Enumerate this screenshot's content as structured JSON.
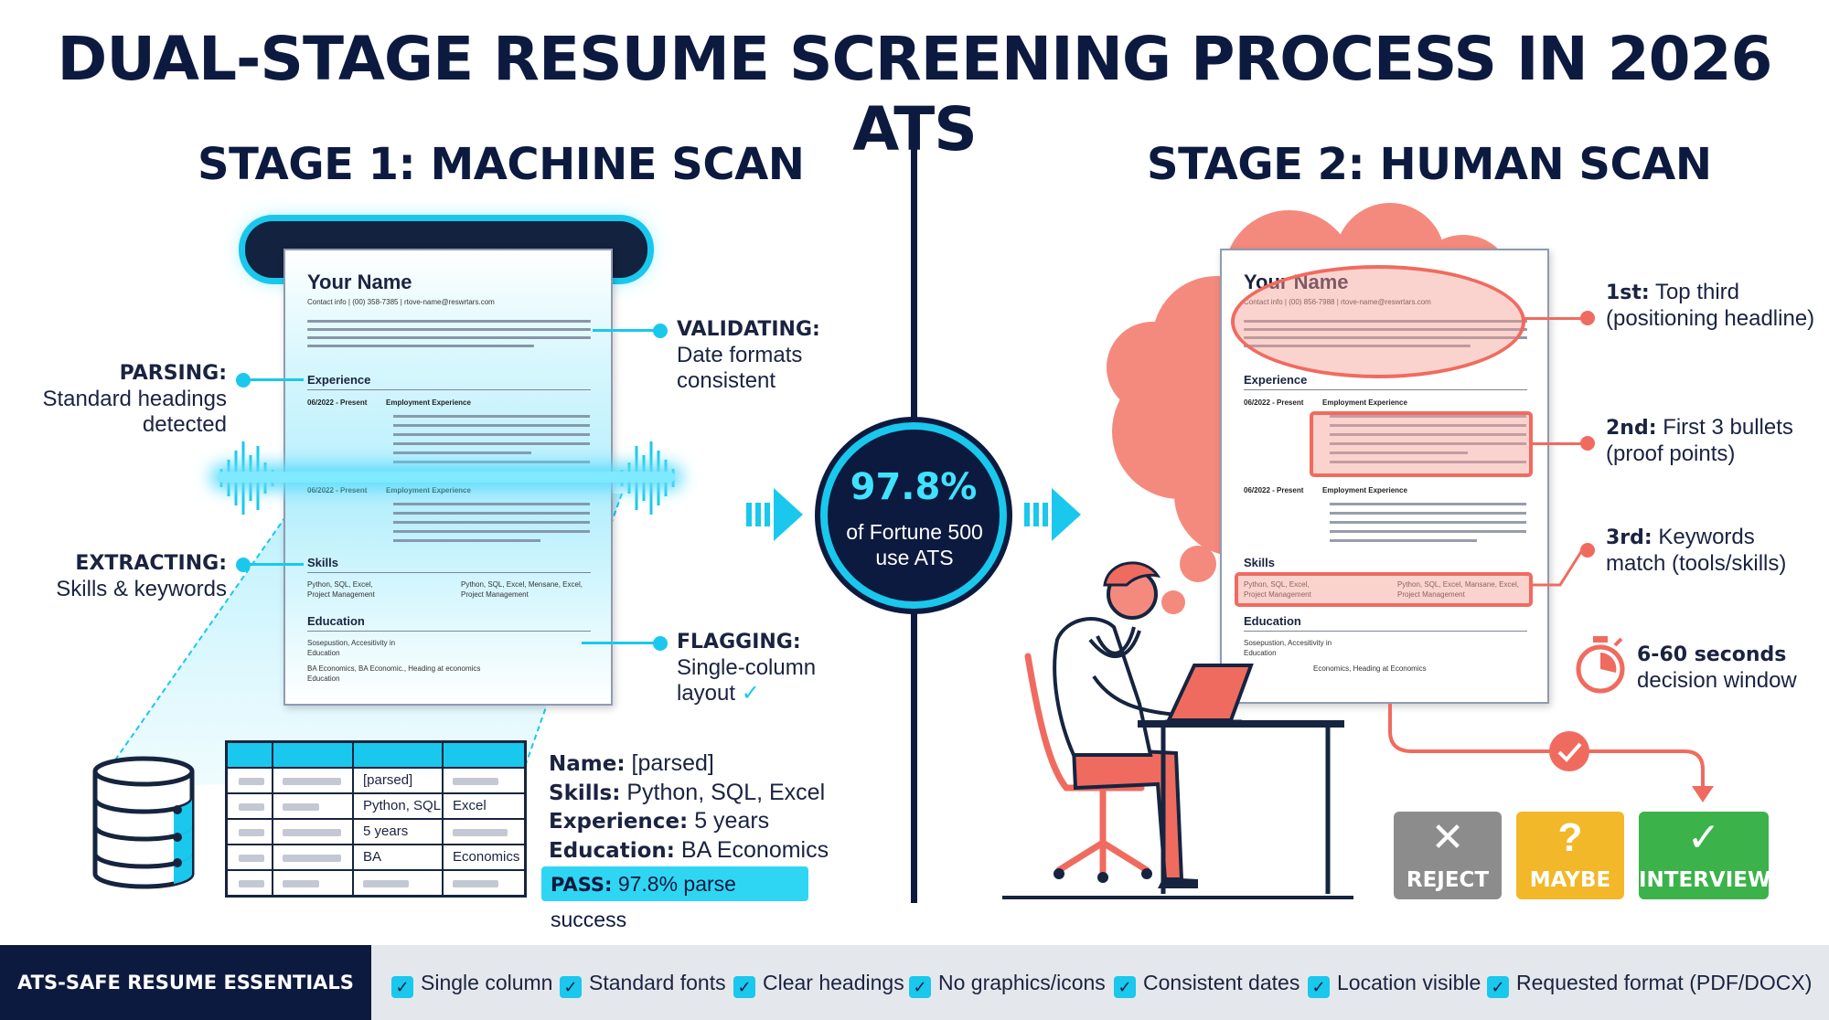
{
  "title": "DUAL-STAGE RESUME SCREENING PROCESS IN 2026 ATS",
  "stage1": {
    "title": "STAGE 1: MACHINE SCAN",
    "resume": {
      "name": "Your Name",
      "contact": "Contact info  |  (00) 358-7385  |  rtove-name@reswrtars.com",
      "section_experience": "Experience",
      "date1": "06/2022 - Present",
      "job1": "Employment Experience",
      "date2": "06/2022 - Present",
      "job2": "Employment Experience",
      "section_skills": "Skills",
      "skills_left": "Python, SQL, Excel,\nProject Management",
      "skills_right": "Python, SQL, Excel, Mensane, Excel,\nProject Management",
      "section_education": "Education",
      "edu1": "Sosepustion, Accesitivity in\nEducation",
      "edu2": "BA Economics, BA Economic., Heading at economics\nEducation"
    },
    "callouts": {
      "parsing_label": "PARSING:",
      "parsing_text": "Standard headings detected",
      "extracting_label": "EXTRACTING:",
      "extracting_text": "Skills & keywords",
      "validating_label": "VALIDATING:",
      "validating_text": "Date formats consistent",
      "flagging_label": "FLAGGING:",
      "flagging_text": "Single-column layout"
    },
    "table": {
      "rows": [
        [
          "",
          "",
          "[parsed]",
          ""
        ],
        [
          "",
          "",
          "Python, SQL",
          "Excel"
        ],
        [
          "",
          "",
          "5 years",
          ""
        ],
        [
          "",
          "",
          "BA",
          "Economics"
        ]
      ]
    },
    "parsed": {
      "name_label": "Name:",
      "name_value": "[parsed]",
      "skills_label": "Skills:",
      "skills_value": "Python, SQL, Excel",
      "experience_label": "Experience:",
      "experience_value": "5 years",
      "education_label": "Education:",
      "education_value": "BA Economics"
    },
    "pass_label": "PASS:",
    "pass_value": "97.8% parse success"
  },
  "badge": {
    "number": "97.8%",
    "caption": "of Fortune 500 use ATS"
  },
  "stage2": {
    "title": "STAGE 2: HUMAN SCAN",
    "resume": {
      "name": "Your Name",
      "contact": "Contact info  |  (00) 856-7988  |  rtove-name@reswrtars.com",
      "section_experience": "Experience",
      "date1": "06/2022 - Present",
      "job1": "Employment Experience",
      "date2": "06/2022 - Present",
      "job2": "Employment Experience",
      "section_skills": "Skills",
      "skills_left": "Python, SQL, Excel,\nProject Management",
      "skills_right": "Python, SQL, Excel, Mansane, Excel,\nProject Management",
      "section_education": "Education",
      "edu1": "Sosepustion, Accesitivity in\nEducation",
      "edu2": "Economics, Heading at Economics"
    },
    "callouts": {
      "first_label": "1st:",
      "first_text": "Top third (positioning headline)",
      "second_label": "2nd:",
      "second_text": "First 3 bullets (proof points)",
      "third_label": "3rd:",
      "third_text": "Keywords match (tools/skills)",
      "time_label": "6-60 seconds",
      "time_text": "decision window"
    },
    "decisions": [
      {
        "label": "REJECT",
        "symbol": "✕",
        "color": "#8c8c8c"
      },
      {
        "label": "MAYBE",
        "symbol": "?",
        "color": "#f2b829"
      },
      {
        "label": "INTERVIEW",
        "symbol": "✓",
        "color": "#3cb24a"
      }
    ]
  },
  "footer": {
    "label": "ATS-SAFE RESUME ESSENTIALS",
    "items": [
      "Single column",
      "Standard fonts",
      "Clear headings",
      "No graphics/icons",
      "Consistent dates",
      "Location visible",
      "Requested format (PDF/DOCX)"
    ]
  },
  "colors": {
    "navy": "#0d1a3f",
    "cyan": "#19c8ec",
    "coral": "#f06b5f"
  }
}
